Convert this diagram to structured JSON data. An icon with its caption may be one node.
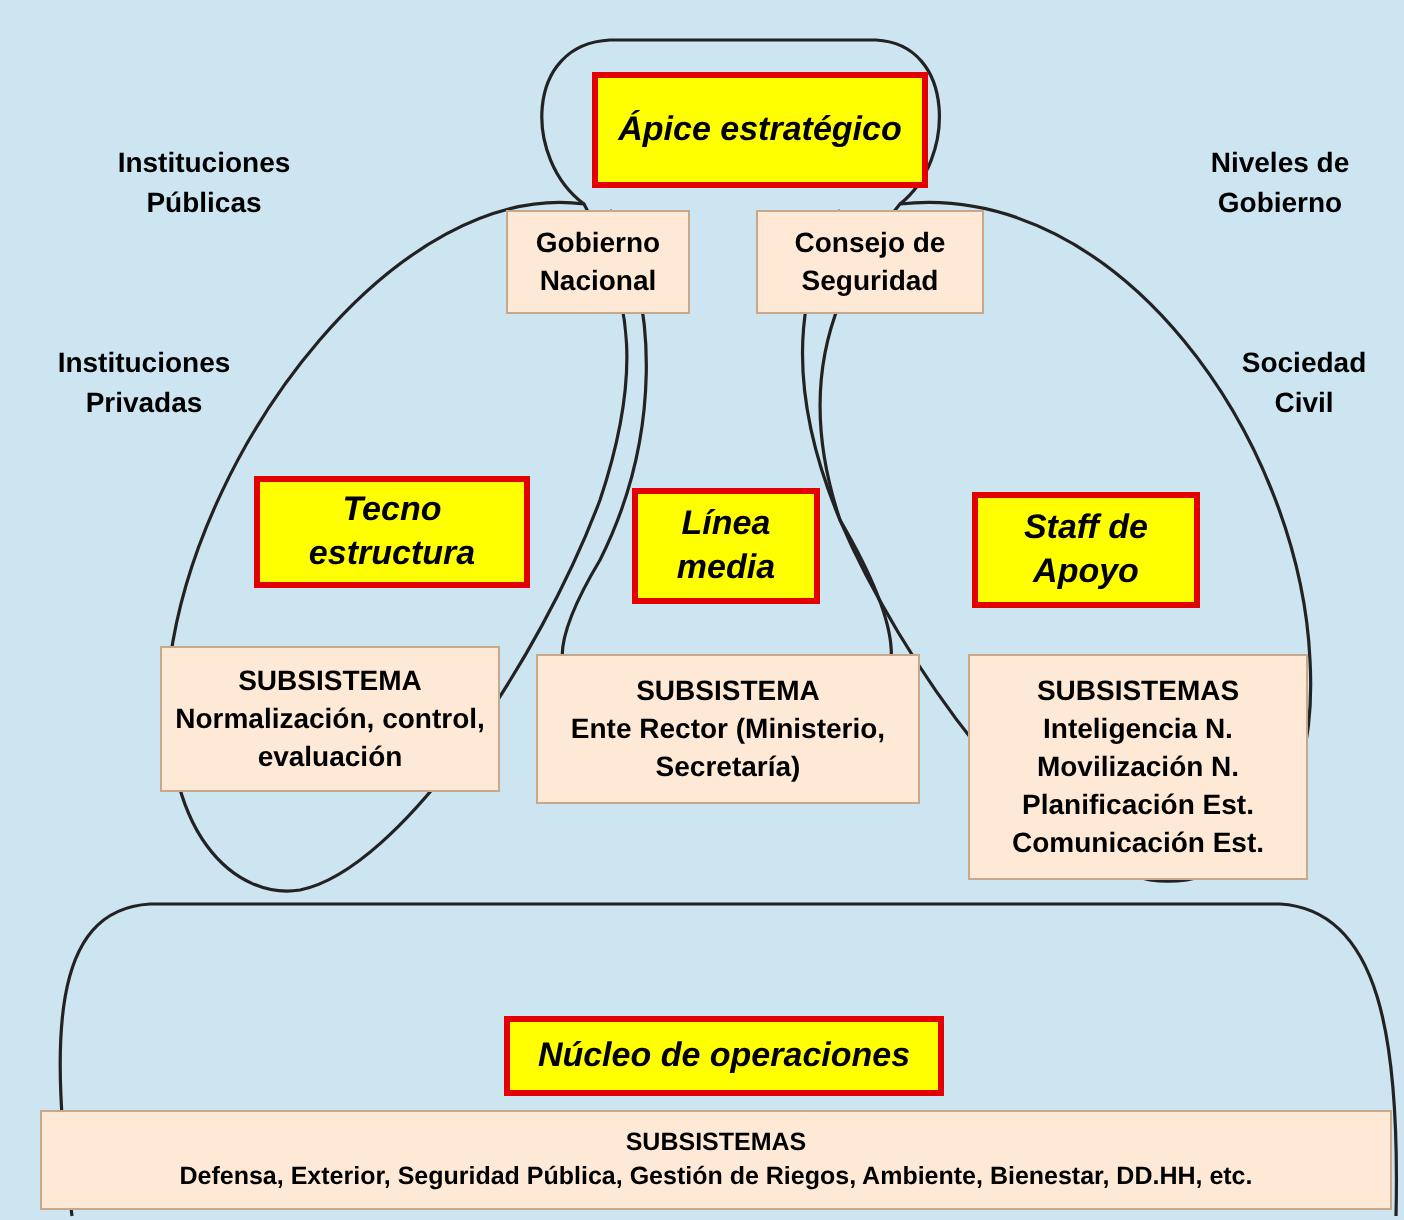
{
  "diagram": {
    "nodes": [
      {
        "text": [
          "Ápice estratégico"
        ]
      },
      {
        "text": [
          "Gobierno Nacional"
        ]
      },
      {
        "text": [
          "Consejo de Seguridad"
        ]
      },
      {
        "text": [
          "Tecno estructura"
        ]
      },
      {
        "text": [
          "Línea media"
        ]
      },
      {
        "text": [
          "Staff de Apoyo"
        ]
      },
      {
        "text": [
          "SUBSISTEMA",
          "Normalización, control, evaluación"
        ]
      },
      {
        "text": [
          "SUBSISTEMA",
          "Ente Rector (Ministerio, Secretaría)"
        ]
      },
      {
        "text": [
          "SUBSISTEMAS",
          "Inteligencia N.",
          "Movilización N.",
          "Planificación Est.",
          "Comunicación Est."
        ]
      },
      {
        "text": [
          "Núcleo de operaciones"
        ]
      },
      {
        "text": [
          "SUBSISTEMAS",
          "Defensa, Exterior, Seguridad Pública, Gestión de Riegos, Ambiente, Bienestar, DD.HH, etc."
        ]
      }
    ],
    "labels": [
      "Instituciones Públicas",
      "Niveles de Gobierno",
      "Instituciones Privadas",
      "Sociedad Civil"
    ]
  }
}
